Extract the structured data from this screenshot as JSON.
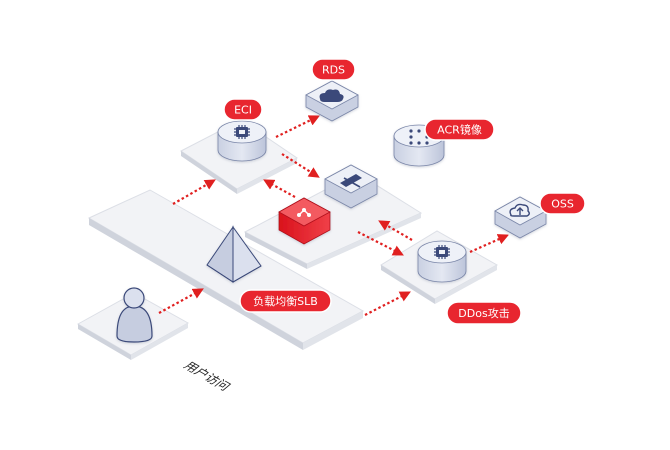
{
  "labels": {
    "rds": "RDS",
    "eci": "ECI",
    "acr": "ACR镜像",
    "oss": "OSS",
    "slb": "负载均衡SLB",
    "ddos": "DDos攻击",
    "user_access": "用户访问"
  },
  "colors": {
    "accent_red": "#e8262f",
    "arrow_red": "#e02020",
    "platform_top": "#f1f2f5",
    "cylinder": "#dde2ee",
    "icon_navy": "#3b4a7a"
  }
}
